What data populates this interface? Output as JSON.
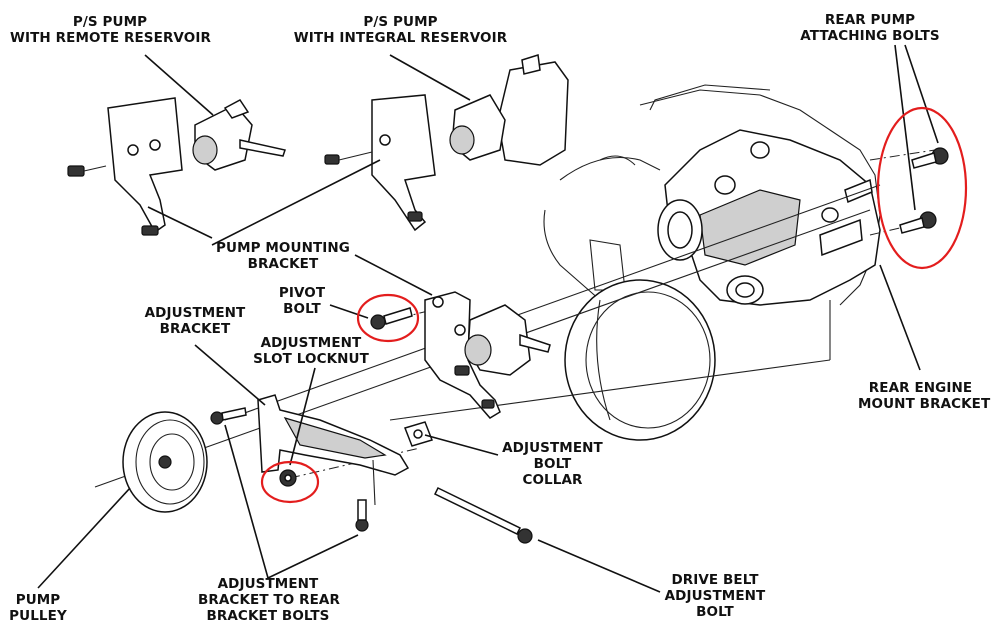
{
  "diagram": {
    "title": "Power Steering Pump Mounting - Exploded View",
    "highlight_color": "#e31d1d",
    "line_color": "#111111",
    "labels": {
      "ps_pump_remote": [
        "P/S PUMP",
        "WITH REMOTE RESERVOIR"
      ],
      "ps_pump_integral": [
        "P/S PUMP",
        "WITH INTEGRAL RESERVOIR"
      ],
      "rear_pump_bolts": [
        "REAR PUMP",
        "ATTACHING BOLTS"
      ],
      "pump_mounting_bracket": [
        "PUMP MOUNTING",
        "BRACKET"
      ],
      "pivot_bolt": [
        "PIVOT",
        "BOLT"
      ],
      "adjustment_bracket": [
        "ADJUSTMENT",
        "BRACKET"
      ],
      "adjustment_slot_locknut": [
        "ADJUSTMENT",
        "SLOT LOCKNUT"
      ],
      "adjustment_bolt_collar": [
        "ADJUSTMENT",
        "BOLT",
        "COLLAR"
      ],
      "rear_engine_mount_bracket": [
        "REAR ENGINE",
        "MOUNT BRACKET"
      ],
      "pump_pulley": [
        "PUMP",
        "PULLEY"
      ],
      "adj_bracket_to_rear_bolts": [
        "ADJUSTMENT",
        "BRACKET TO REAR",
        "BRACKET BOLTS"
      ],
      "drive_belt_adjustment_bolt": [
        "DRIVE BELT",
        "ADJUSTMENT",
        "BOLT"
      ]
    },
    "highlighted_parts": [
      "rear_pump_bolts",
      "pivot_bolt",
      "adjustment_slot_locknut"
    ]
  }
}
